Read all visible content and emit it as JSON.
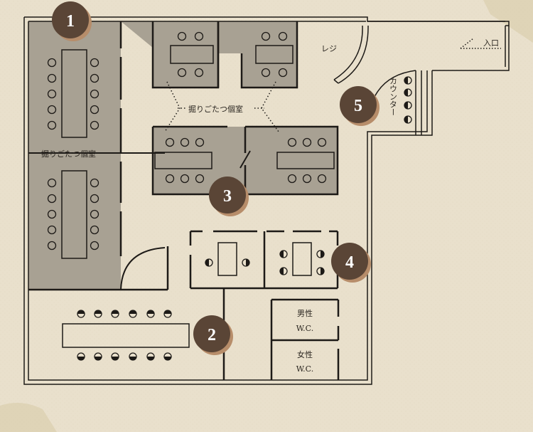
{
  "labels": {
    "register": "レジ",
    "entrance": "入口",
    "counter": "カウンター",
    "horigotatsu_private_room": "掘りごたつ個室",
    "mens_restroom_line1": "男性",
    "mens_restroom_line2": "W.C.",
    "womens_restroom_line1": "女性",
    "womens_restroom_line2": "W.C."
  },
  "markers": [
    {
      "id": "1",
      "label": "1"
    },
    {
      "id": "2",
      "label": "2"
    },
    {
      "id": "3",
      "label": "3"
    },
    {
      "id": "4",
      "label": "4"
    },
    {
      "id": "5",
      "label": "5"
    }
  ],
  "colors": {
    "paper": "#e9e0cc",
    "wall": "#1d1a17",
    "private_room_fill": "#a8a193",
    "marker_fill": "#5a4536",
    "marker_shadow": "#b78d6a"
  }
}
